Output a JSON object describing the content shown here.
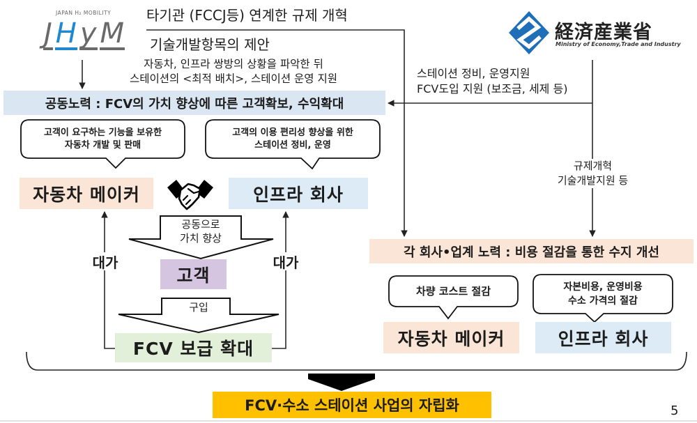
{
  "logos": {
    "jhym": {
      "tagline": "JAPAN H₂ MOBILITY",
      "letters": [
        "J",
        "H",
        "y",
        "M"
      ]
    },
    "meti": {
      "name": "経済産業省",
      "subtitle": "Ministry of Economy,Trade and Industry"
    }
  },
  "top_notes": {
    "regulation_reform": "타기관 (FCCJ등) 연계한 규제 개혁",
    "tech_proposal": "기술개발항목의 제안"
  },
  "jhym_role": [
    "자동차, 인프라 쌍방의 상황을 파악한 뒤",
    "스테이션의 <최적 배치>, 스테이션 운영 지원"
  ],
  "meti_support": [
    "스테이션 정비, 운영지원",
    "FCV도입 지원 (보조금, 세제 등)"
  ],
  "meti_regulation": [
    "규제개혁",
    "기술개발지원 등"
  ],
  "joint_effort": {
    "title": "공동노력 : FCV의 가치 향상에 따른 고객확보, 수익확대",
    "car_maker_bubble": [
      "고객이 요구하는 기능을 보유한",
      "자동차 개발 및 판매"
    ],
    "infra_bubble": [
      "고객의 이용 편리성 향상을 위한",
      "스테이션 정비, 운영"
    ],
    "car_maker": "자동차 메이커",
    "infra_company": "인프라 회사",
    "joint_arrow_label": [
      "공동으로",
      "가치 향상"
    ],
    "customer": "고객",
    "purchase_label": "구입",
    "fcv_spread": "FCV 보급 확대",
    "compensation_left": "대가",
    "compensation_right": "대가"
  },
  "individual_effort": {
    "title": "각 회사•업계 노력 : 비용 절감을 통한 수지 개선",
    "car_maker_bubble": "차량 코스트 절감",
    "infra_bubble": [
      "자본비용, 운영비용",
      "수소 가격의 절감"
    ],
    "car_maker": "자동차 메이커",
    "infra_company": "인프라 회사"
  },
  "conclusion": "FCV·수소 스테이션 사업의 자립화",
  "page_number": "5",
  "icons": {
    "jhym_logo": "jhym-logo",
    "meti_logo": "meti-logo",
    "handshake": "handshake-icon"
  },
  "colors": {
    "joint_effort_box": "#dae7f3",
    "infra_box": "#dcebf5",
    "car_maker_box": "#fbe5d6",
    "individual_effort_box": "#fbe5d6",
    "customer_box": "#d5c5e1",
    "fcv_spread_box": "#e2efd9",
    "conclusion_box": "#ffc000",
    "jhym_blue": "#1e88d0",
    "meti_blue": "#1f6fb8"
  }
}
